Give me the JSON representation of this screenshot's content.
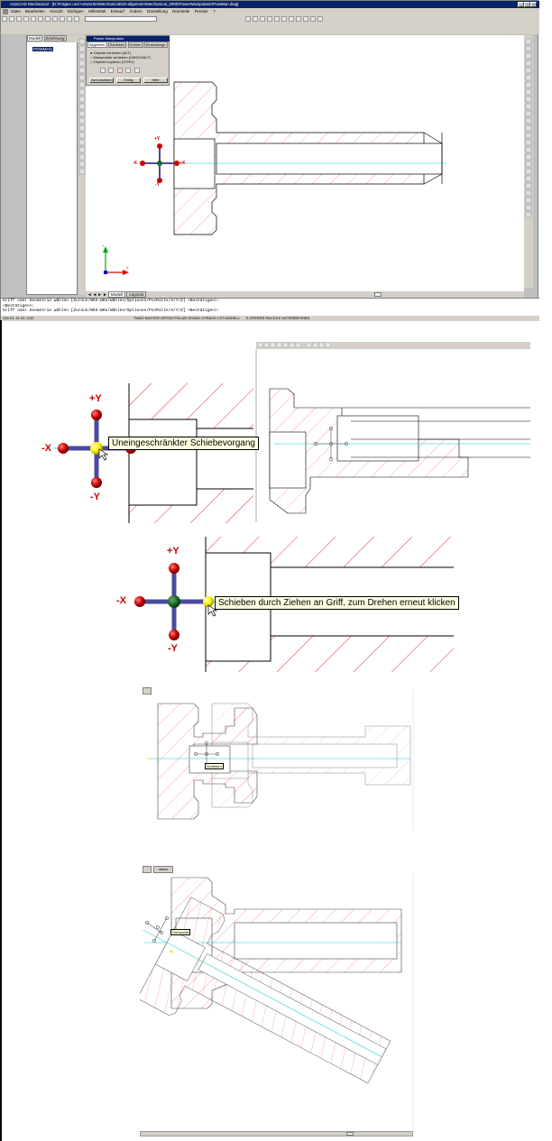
{
  "window": {
    "title": "AutoCAD Mechanical - [D:\\Fragen und Antworten\\Mechanical\\2D-allgemein\\Mechanical_2005\\PowerManipulator\\PowMan.dwg]",
    "menu": [
      "Datei",
      "Bearbeiten",
      "Ansicht",
      "Einfügen",
      "Hilfsmittel",
      "Entwurf",
      "Ändern",
      "Darstellung",
      "Normteile",
      "Fenster",
      "?"
    ]
  },
  "model_tree": {
    "tabs": [
      "Modell",
      "Zeichnung"
    ],
    "item": "POWMAN"
  },
  "dialog": {
    "title": "Power Manipulator",
    "tabs": [
      "Allgemein",
      "Schieben",
      "Drehen",
      "Einstellunge"
    ],
    "options": [
      "Objekte schieben (ALT)",
      "Manipulator schieben (UMSCHALT)",
      "Objekte kopieren (STRG)"
    ],
    "buttons": [
      "Zurücksetzen",
      "Fertig",
      "Hilfe"
    ]
  },
  "drawing": {
    "tabs": [
      "Modell",
      "Layout1"
    ]
  },
  "command_lines": [
    "Griff oder Geometrie wählen [Zurück/BKS-WKS/Wählen/Optionen/PosMitte/X/Y/Z] <Bestätigen>:",
    "<Bestätigen>:",
    "Griff oder Geometrie wählen [Zurück/BKS-WKS/Wählen/Optionen/PosMitte/X/Y/Z] <Bestätigen>:"
  ],
  "status": {
    "coords": "145.21, 91.22, 0.00",
    "modes": "FANG RASTER ORTHO POLAR OFANG OTRACK LST MODELL",
    "extra": "S-SPERRE  RACDCK  UNTERBROHEN"
  },
  "axes": {
    "py": "+Y",
    "ny": "-Y",
    "nx": "-X",
    "px": "+X"
  },
  "tooltips": {
    "unrestricted": "Uneingeschränkter Schiebevorgang",
    "drag_handle": "Schieben durch Ziehen an Griff, zum Drehen erneut klicken",
    "small_move": "Schieben",
    "small_rotate": "Drehpunkt"
  },
  "panel5": {
    "next_label": "nächs"
  },
  "ucs_labels": {
    "x": "X",
    "y": "Y"
  },
  "colors": {
    "titlebar": "#08216b",
    "hatch": "#ff5555",
    "centerline": "#00cccc",
    "handle_red": "#cc0000",
    "handle_center": "#1a6b2a",
    "handle_active": "#ffff00"
  }
}
